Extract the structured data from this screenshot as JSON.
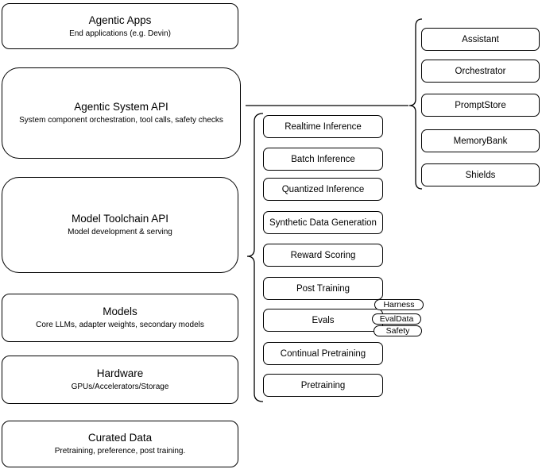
{
  "diagram": {
    "colors": {
      "stroke": "#000000",
      "background": "#ffffff"
    },
    "left_column": [
      {
        "title": "Agentic Apps",
        "subtitle": "End applications (e.g. Devin)"
      },
      {
        "title": "Agentic System API",
        "subtitle": "System component orchestration, tool calls, safety checks"
      },
      {
        "title": "Model Toolchain API",
        "subtitle": "Model development & serving"
      },
      {
        "title": "Models",
        "subtitle": "Core LLMs, adapter weights, secondary models"
      },
      {
        "title": "Hardware",
        "subtitle": "GPUs/Accelerators/Storage"
      },
      {
        "title": "Curated Data",
        "subtitle": "Pretraining, preference, post training."
      }
    ],
    "toolchain_items": [
      "Realtime Inference",
      "Batch Inference",
      "Quantized Inference",
      "Synthetic Data Generation",
      "Reward Scoring",
      "Post Training",
      "Evals",
      "Continual Pretraining",
      "Pretraining"
    ],
    "eval_tags": [
      "Harness",
      "EvalData",
      "Safety"
    ],
    "system_components": [
      "Assistant",
      "Orchestrator",
      "PromptStore",
      "MemoryBank",
      "Shields"
    ]
  }
}
